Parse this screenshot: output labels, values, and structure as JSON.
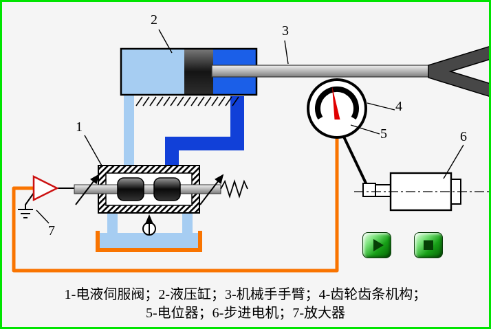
{
  "labels": {
    "servo_valve": "1",
    "cylinder": "2",
    "arm": "3",
    "gear_rack": "4",
    "potentiometer": "5",
    "stepper_motor": "6",
    "amplifier": "7"
  },
  "caption": {
    "line1": "1-电液伺服阀；2-液压缸；3-机械手手臂；4-齿轮齿条机构；",
    "line2": "5-电位器；6-步进电机；7-放大器"
  },
  "buttons": {
    "play": {
      "icon": "play-icon"
    },
    "stop": {
      "icon": "stop-icon"
    }
  },
  "colors": {
    "frame_green": "#00E400",
    "fluid_light_blue": "#A6CDF2",
    "pipe_dark_blue": "#1140D8",
    "chamber_blue": "#1B5FE8",
    "wire_orange": "#F97400",
    "needle_red": "#E00000",
    "amplifier_red": "#CC1111",
    "button_green": "#17A017"
  }
}
